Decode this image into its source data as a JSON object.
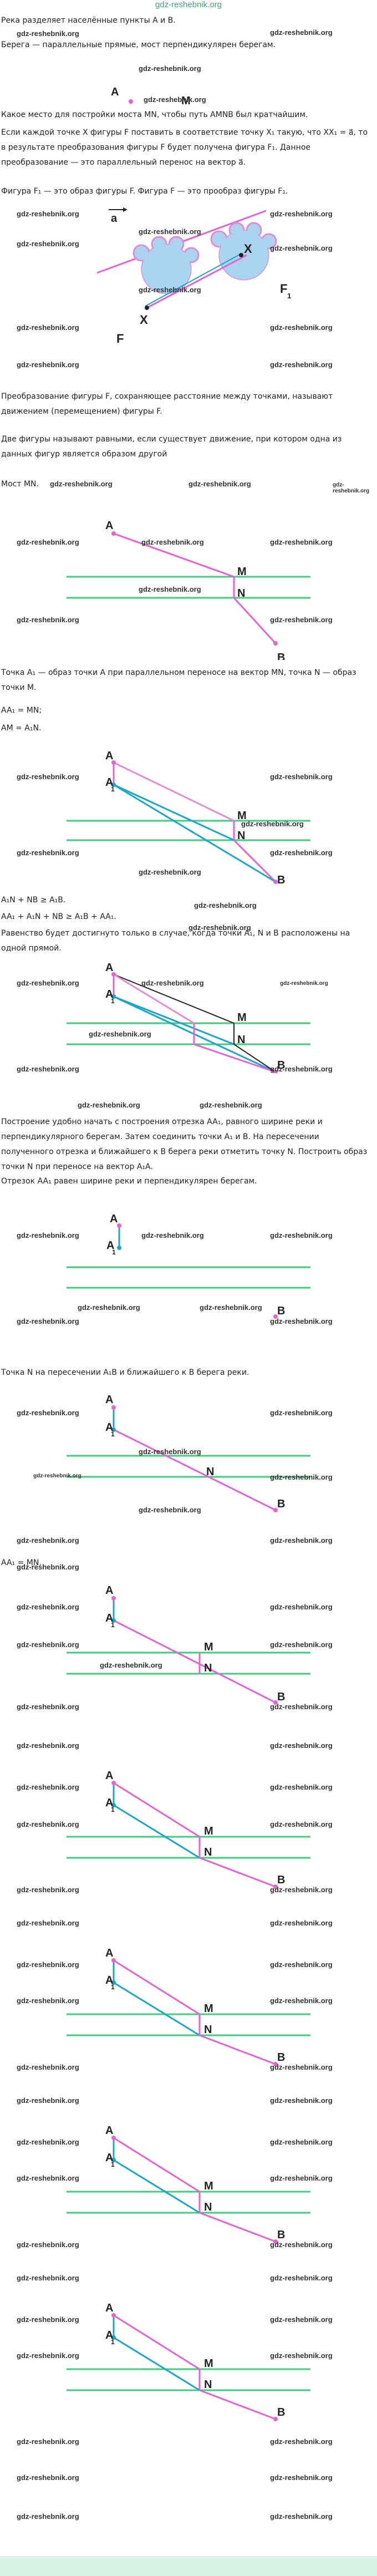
{
  "site": "gdz-reshebnik.org",
  "watermark": "gdz-reshebnik.org",
  "texts": {
    "t1": "Река разделяет населённые пункты A и B.",
    "t2": "Берега — параллельные прямые, мост перпендикулярен берегам.",
    "t3": "Какое место для постройки моста MN, чтобы путь AMNB был кратчайшим.",
    "t4": "Если каждой точке X фигуры F поставить в соответствие точку X₁ такую, что XX₁ = a⃗, то в результате преобразования фигуры F будет получена фигура F₁. Данное преобразование — это параллельный перенос на вектор a⃗.",
    "t5": "Фигура F₁ — это образ фигуры F. Фигура F — это прообраз фигуры F₁.",
    "t6": "Преобразование фигуры F, сохраняющее расстояние между точками, называют движением (перемещением) фигуры F.",
    "t7": "Две фигуры называют равными, если существует движение, при котором одна из данных фигур является образом другой",
    "t8": "Мост MN.",
    "t9": "Точка A₁ — образ точки A при параллельном переносе на вектор MN, точка N — образ точки M.",
    "t10": "AA₁ = MN;",
    "t11": "AM = A₁N.",
    "t12": "A₁N + NB ≥ A₁B.",
    "t13": "AA₁ + A₁N + NB ≥ A₁B + AA₁.",
    "t14": "Равенство будет достигнуто только в случае, когда точки A₁, N и B расположены на одной прямой.",
    "t15": "Построение удобно начать с построения отрезка AA₁, равного ширине реки и перпендикулярного берегам. Затем соединить точки A₁ и B. На пересечении полученного отрезка и ближайшего к B берега реки отметить точку N. Построить образ точки N при переносе на вектор A₁A.",
    "t16": "Отрезок AA₁ равен ширине реки и перпендикулярен берегам.",
    "t17": "Точка N на пересечении A₁B и ближайшего к B берега реки.",
    "t18": "AA₁ = MN."
  },
  "labels": {
    "A": "A",
    "B": "B",
    "M": "M",
    "N": "N",
    "A1": "A",
    "sub1": "1",
    "X": "X",
    "X1": "X",
    "F": "F",
    "F1": "F",
    "a": "a"
  },
  "colors": {
    "brand": "#3aa86f",
    "river": "#38d07a",
    "magenta": "#ea5fd6",
    "pink": "#e58ad8",
    "cyan": "#16a8c9",
    "blob_fill": "#a9d4ef",
    "blob_stroke": "#e58ad8"
  }
}
